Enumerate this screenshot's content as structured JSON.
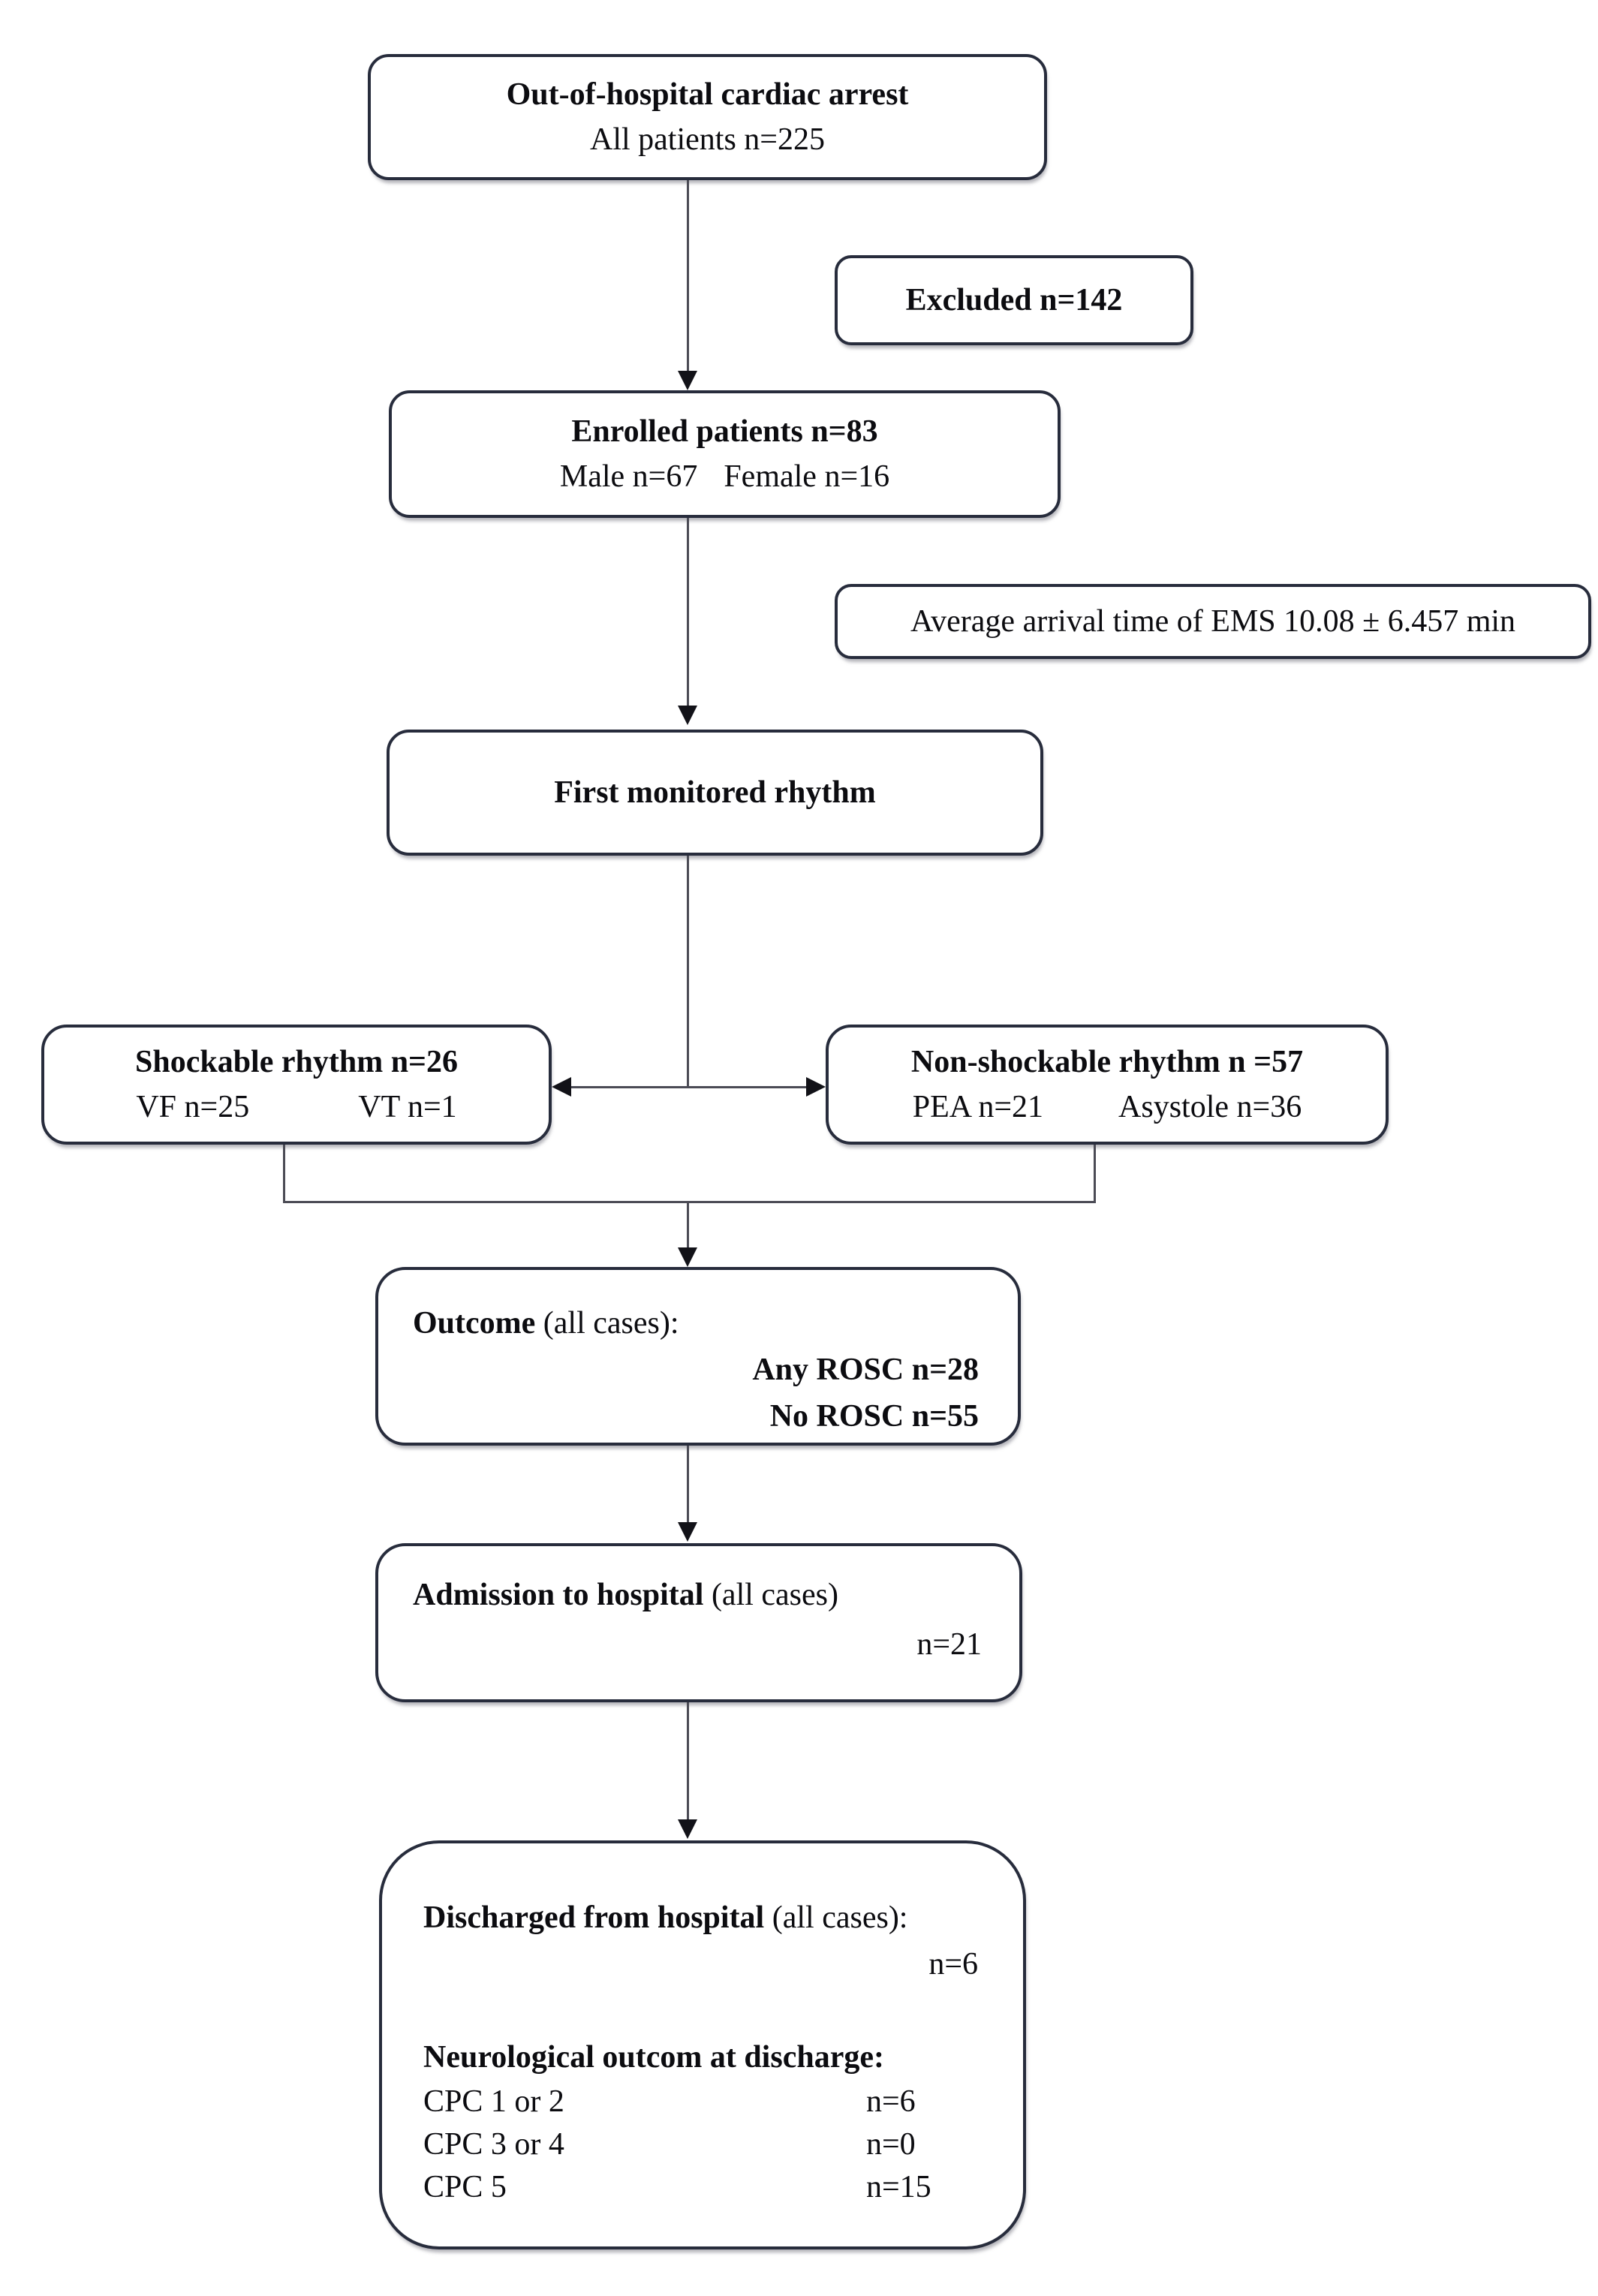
{
  "style": {
    "box_border_color": "#272c3c",
    "connector_color": "#4b4b55",
    "arrowhead_color": "#121218",
    "background": "#ffffff",
    "text_color": "#0c0c10"
  },
  "flow": {
    "ohca": {
      "title": "Out-of-hospital cardiac arrest",
      "subtitle": "All patients n=225"
    },
    "excluded": {
      "label": "Excluded n=142"
    },
    "enrolled": {
      "title": "Enrolled patients n=83",
      "male": "Male n=67",
      "female": "Female n=16"
    },
    "ems_note": {
      "label": "Average arrival time of EMS 10.08 ± 6.457 min"
    },
    "first_rhythm": {
      "title": "First monitored rhythm"
    },
    "shockable": {
      "title": "Shockable rhythm n=26",
      "vf": "VF n=25",
      "vt": "VT n=1"
    },
    "non_shockable": {
      "title": "Non-shockable rhythm n =57",
      "pea": "PEA n=21",
      "asystole": "Asystole n=36"
    },
    "outcome": {
      "title_bold": "Outcome",
      "title_rest": " (all cases):",
      "any_rosc": "Any ROSC n=28",
      "no_rosc": "No ROSC n=55"
    },
    "admission": {
      "title_bold": "Admission to hospital",
      "title_rest": " (all cases)",
      "n": "n=21"
    },
    "discharged": {
      "title_bold": "Discharged from hospital",
      "title_rest": " (all cases):",
      "n": "n=6",
      "neuro_title": "Neurological outcom at discharge:",
      "cpc_rows": [
        {
          "label": "CPC 1 or 2",
          "value": "n=6"
        },
        {
          "label": "CPC 3 or 4",
          "value": "n=0"
        },
        {
          "label": "CPC 5",
          "value": "n=15"
        }
      ]
    }
  }
}
